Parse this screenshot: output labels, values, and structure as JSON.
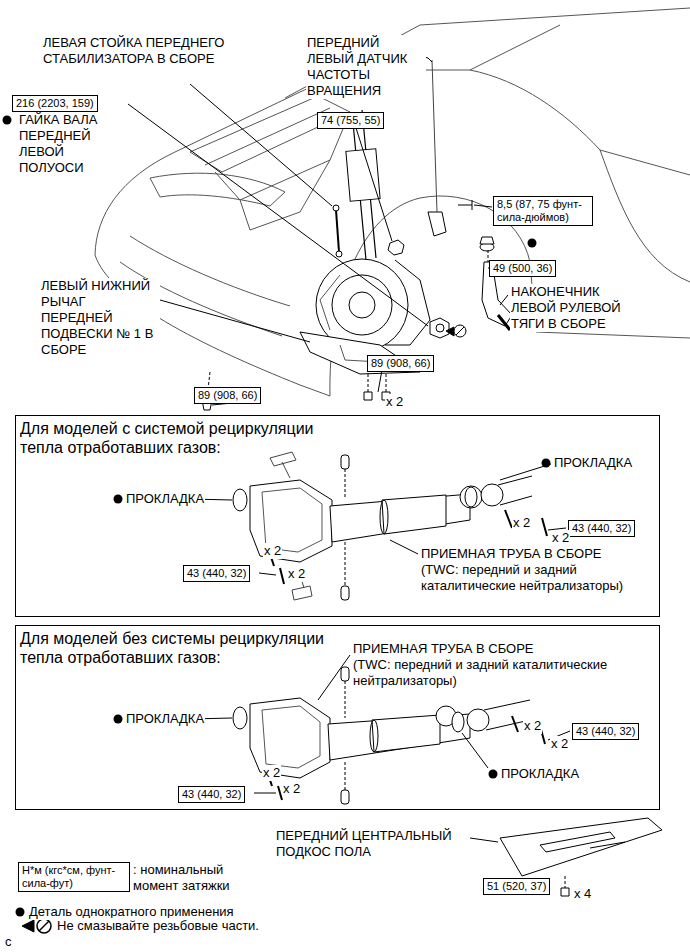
{
  "diagram": {
    "nodes": [
      {
        "text": [
          "216 (2203, 159)"
        ]
      },
      {
        "text": [
          "74 (755, 55)"
        ]
      },
      {
        "text": [
          "8,5 (87, 75 фунт-сила-дюймов)"
        ]
      },
      {
        "text": [
          "49 (500, 36)"
        ]
      },
      {
        "text": [
          "89 (908, 66)"
        ]
      },
      {
        "text": [
          "89 (908, 66)"
        ]
      },
      {
        "text": [
          "Для моделей с системой рециркуляции тепла отработавших газов:"
        ]
      },
      {
        "text": [
          "43 (440, 32)"
        ],
        "in": 6
      },
      {
        "text": [
          "43 (440, 32)"
        ],
        "in": 6
      },
      {
        "text": [
          "Для моделей без системы рециркуляции тепла отработавших газов:"
        ]
      },
      {
        "text": [
          "43 (440, 32)"
        ],
        "in": 9
      },
      {
        "text": [
          "43 (440, 32)"
        ],
        "in": 9
      },
      {
        "text": [
          "51 (520, 37)"
        ]
      },
      {
        "text": [
          "Н*м (кгс*см, фунт-сила-фут)"
        ]
      }
    ],
    "labels": [
      "ЛЕВАЯ СТОЙКА ПЕРЕДНЕГО СТАБИЛИЗАТОРА В СБОРЕ",
      "ПЕРЕДНИЙ ЛЕВЫЙ ДАТЧИК ЧАСТОТЫ ВРАЩЕНИЯ",
      "ГАЙКА ВАЛА ПЕРЕДНЕЙ ЛЕВОЙ ПОЛУОСИ",
      "НАКОНЕЧНИК ЛЕВОЙ РУЛЕВОЙ ТЯГИ В СБОРЕ",
      "ЛЕВЫЙ НИЖНИЙ РЫЧАГ ПЕРЕДНЕЙ ПОДВЕСКИ № 1 В СБОРЕ",
      "x 2",
      "ПРОКЛАДКА",
      "ПРОКЛАДКА",
      "x 2",
      "x 2",
      "x 2",
      "x 2",
      "ПРИЕМНАЯ ТРУБА В СБОРЕ",
      "(TWC: передний и задний каталитические нейтрализаторы)",
      "ПРИЕМНАЯ ТРУБА В СБОРЕ",
      "(TWC: передний и задний каталитические нейтрализаторы)",
      "ПРОКЛАДКА",
      "x 2",
      "x 2",
      "x 2",
      "x 2",
      "ПРОКЛАДКА",
      "ПЕРЕДНИЙ ЦЕНТРАЛЬНЫЙ ПОДКОС ПОЛА",
      "x 4",
      "c"
    ],
    "legend": [
      {
        "text": ": номинальный момент затяжки"
      },
      {
        "text": "Деталь однократного применения"
      },
      {
        "text": "Не смазывайте резьбовые части."
      }
    ]
  }
}
